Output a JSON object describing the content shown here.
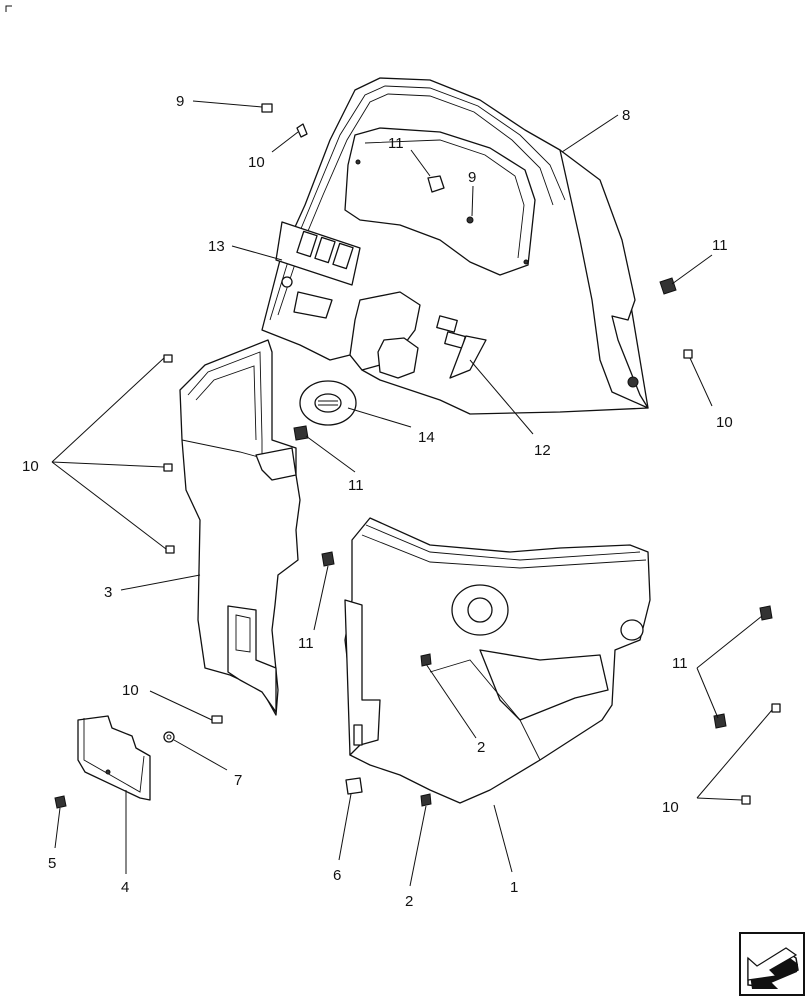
{
  "callouts": {
    "c1": "1",
    "c2a": "2",
    "c2b": "2",
    "c3": "3",
    "c4": "4",
    "c5": "5",
    "c6": "6",
    "c7": "7",
    "c8": "8",
    "c9a": "9",
    "c9b": "9",
    "c10a": "10",
    "c10b": "10",
    "c10c": "10",
    "c10d": "10",
    "c10e": "10",
    "c11a": "11",
    "c11b": "11",
    "c11c": "11",
    "c11d": "11",
    "c11e": "11",
    "c12": "12",
    "c13": "13",
    "c14": "14"
  },
  "icons": {
    "nav": "previous-page-arrow-icon",
    "corner": "corner-mark-icon"
  }
}
